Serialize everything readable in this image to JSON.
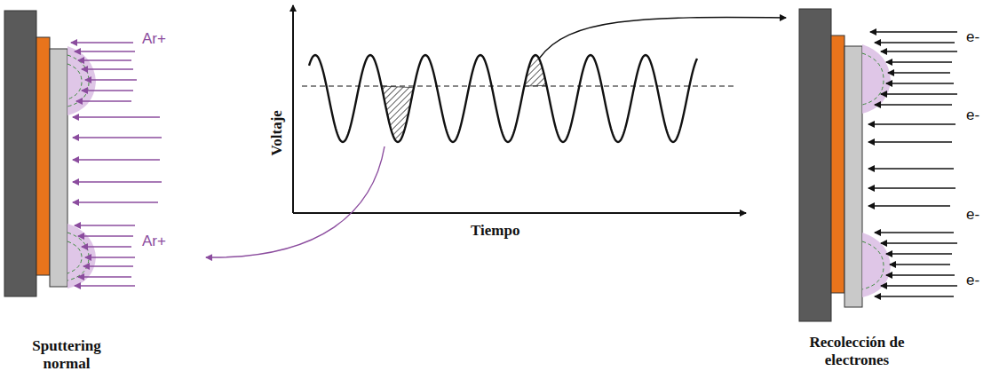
{
  "diagram": {
    "labels": [
      "Ar+",
      "Ar+",
      "Voltaje",
      "Tiempo",
      "e-",
      "e-",
      "e-",
      "e-",
      "Sputtering normal",
      "Recolección de electrones"
    ]
  }
}
